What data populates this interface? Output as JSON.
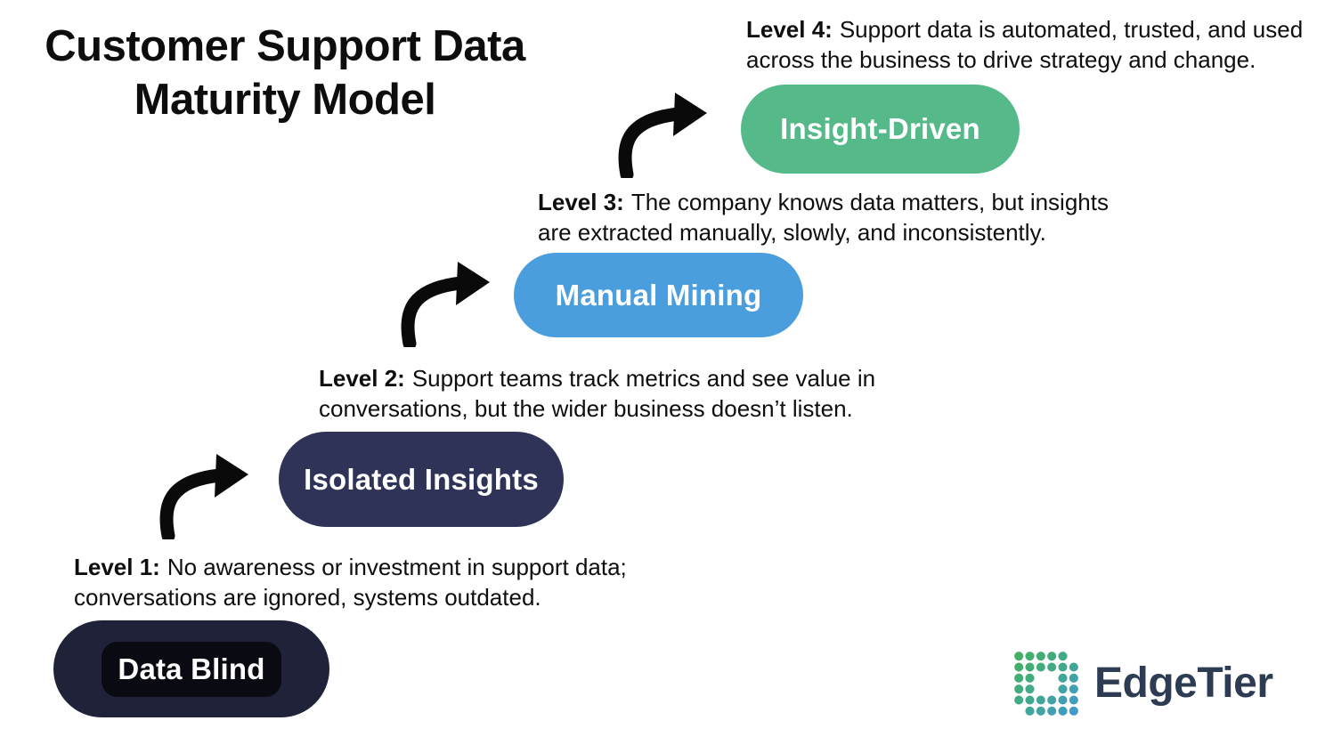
{
  "title": {
    "line1": "Customer Support Data",
    "line2": "Maturity Model"
  },
  "levels": [
    {
      "label": "Level 1:",
      "desc_line1": "No awareness or investment in support data;",
      "desc_line2": "conversations are ignored, systems outdated.",
      "pill_label": "Data Blind",
      "pill_color": "#1f2239",
      "inner_color": "#0a0a12"
    },
    {
      "label": "Level 2:",
      "desc_line1": "Support teams track metrics and see value in",
      "desc_line2": "conversations, but the wider business doesn’t listen.",
      "pill_label": "Isolated Insights",
      "pill_color": "#2f3357"
    },
    {
      "label": "Level 3:",
      "desc_line1": "The company knows data matters, but insights",
      "desc_line2": "are extracted manually, slowly, and inconsistently.",
      "pill_label": "Manual Mining",
      "pill_color": "#4a9ede"
    },
    {
      "label": "Level 4:",
      "desc_line1": "Support data is automated, trusted, and used",
      "desc_line2": "across the business to drive strategy and change.",
      "pill_label": "Insight-Driven",
      "pill_color": "#55b98a"
    }
  ],
  "arrows": {
    "icon": "curved-arrow-icon",
    "color": "#0a0a0a"
  },
  "logo": {
    "brand": "EdgeTier",
    "icon": "edgetier-dots-logo",
    "text_color": "#2d3c52",
    "dot_color_green": "#45b05e",
    "dot_color_teal": "#41a98c",
    "dot_color_blue": "#4197d8",
    "dot_pattern": [
      [
        1,
        1,
        1,
        1,
        1,
        0
      ],
      [
        1,
        1,
        1,
        1,
        1,
        1
      ],
      [
        1,
        1,
        0,
        0,
        1,
        1
      ],
      [
        1,
        1,
        0,
        0,
        1,
        1
      ],
      [
        1,
        1,
        1,
        1,
        1,
        1
      ],
      [
        0,
        1,
        1,
        1,
        1,
        1
      ]
    ]
  }
}
